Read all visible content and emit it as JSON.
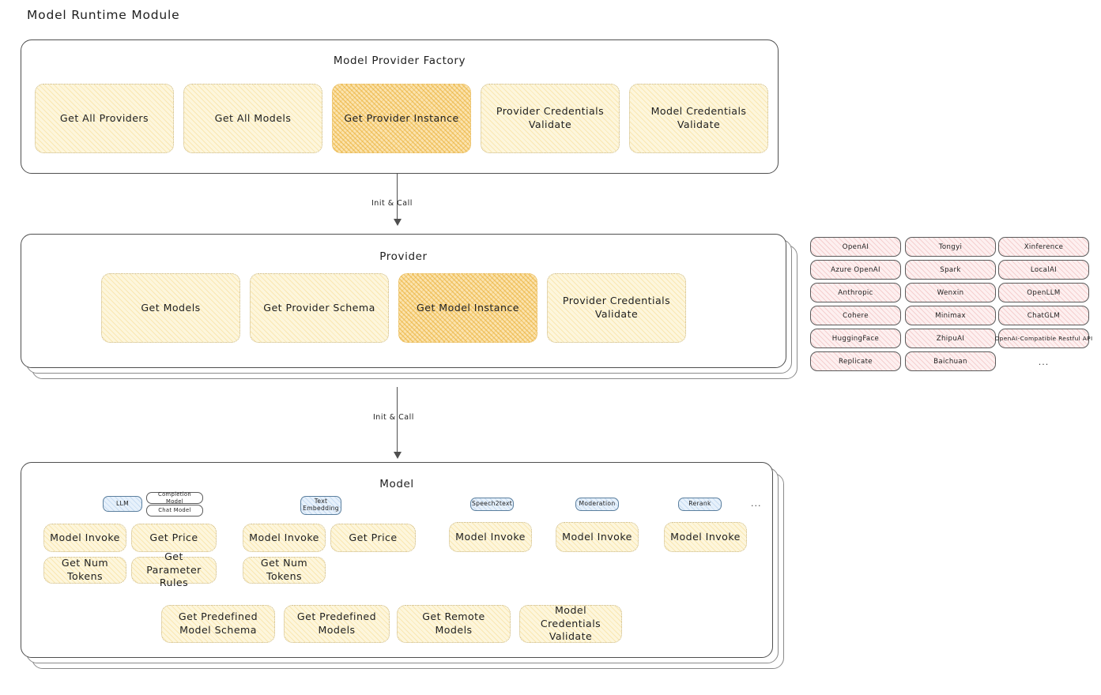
{
  "page": {
    "title": "Model Runtime Module"
  },
  "factory": {
    "title": "Model Provider Factory",
    "boxes": [
      {
        "label": "Get All Providers",
        "highlight": false
      },
      {
        "label": "Get All Models",
        "highlight": false
      },
      {
        "label": "Get Provider Instance",
        "highlight": true
      },
      {
        "label": "Provider Credentials Validate",
        "highlight": false
      },
      {
        "label": "Model Credentials Validate",
        "highlight": false
      }
    ]
  },
  "arrows": [
    {
      "label": "Init & Call"
    },
    {
      "label": "Init & Call"
    }
  ],
  "provider": {
    "title": "Provider",
    "boxes": [
      {
        "label": "Get Models",
        "highlight": false
      },
      {
        "label": "Get Provider Schema",
        "highlight": false
      },
      {
        "label": "Get Model Instance",
        "highlight": true
      },
      {
        "label": "Provider Credentials Validate",
        "highlight": false
      }
    ]
  },
  "provider_list": {
    "ellipsis": "...",
    "column1": [
      "OpenAI",
      "Azure OpenAI",
      "Anthropic",
      "Cohere",
      "HuggingFace",
      "Replicate"
    ],
    "column2": [
      "Tongyi",
      "Spark",
      "Wenxin",
      "Minimax",
      "ZhipuAI",
      "Baichuan"
    ],
    "column3": [
      "Xinference",
      "LocalAI",
      "OpenLLM",
      "ChatGLM",
      "OpenAI-Compatible Restful API"
    ]
  },
  "model": {
    "title": "Model",
    "ellipsis": "...",
    "types": [
      {
        "name": "LLM",
        "sub": [
          "Completion Model",
          "Chat Model"
        ]
      },
      {
        "name": "Text Embedding",
        "sub": []
      },
      {
        "name": "Speech2text",
        "sub": []
      },
      {
        "name": "Moderation",
        "sub": []
      },
      {
        "name": "Rerank",
        "sub": []
      }
    ],
    "columns": [
      {
        "type": "LLM",
        "boxes": [
          {
            "label": "Model Invoke",
            "highlight": true
          },
          {
            "label": "Get Price",
            "highlight": false
          },
          {
            "label": "Get Num Tokens",
            "highlight": false
          },
          {
            "label": "Get Parameter Rules",
            "highlight": false
          }
        ]
      },
      {
        "type": "Text Embedding",
        "boxes": [
          {
            "label": "Model Invoke",
            "highlight": true
          },
          {
            "label": "Get Price",
            "highlight": false
          },
          {
            "label": "Get Num Tokens",
            "highlight": false
          }
        ]
      },
      {
        "type": "Speech2text",
        "boxes": [
          {
            "label": "Model Invoke",
            "highlight": true
          }
        ]
      },
      {
        "type": "Moderation",
        "boxes": [
          {
            "label": "Model Invoke",
            "highlight": true
          }
        ]
      },
      {
        "type": "Rerank",
        "boxes": [
          {
            "label": "Model Invoke",
            "highlight": true
          }
        ]
      }
    ],
    "common_boxes": [
      {
        "label": "Get Predefined Model Schema"
      },
      {
        "label": "Get Predefined Models"
      },
      {
        "label": "Get Remote Models"
      },
      {
        "label": "Model Credentials Validate"
      }
    ]
  },
  "colors": {
    "fill_light": "#fdf6dc",
    "fill_highlight": "#fbe3ae",
    "chip_fill": "#fdf0f0",
    "badge_blue": "#e7f1fb",
    "stroke": "#4f4f4f",
    "text": "#1e1e1e"
  }
}
